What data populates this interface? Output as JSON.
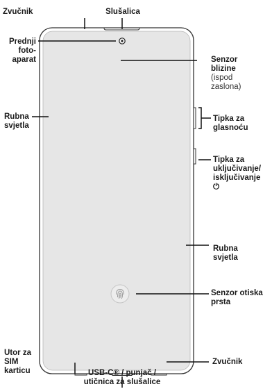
{
  "labels": {
    "speaker_top": [
      "Zvučnik"
    ],
    "earpiece": [
      "Slušalica"
    ],
    "front_camera": [
      "Prednji",
      "foto-",
      "aparat"
    ],
    "proximity_sensor": [
      "Senzor",
      "blizine"
    ],
    "proximity_note": [
      "(ispod",
      "zaslona)"
    ],
    "edge_light_left": [
      "Rubna",
      "svjetla"
    ],
    "volume_key": [
      "Tipka za",
      "glasnoću"
    ],
    "power_key": [
      "Tipka za",
      "uključivanje/",
      "isključivanje"
    ],
    "power_symbol": "⏻",
    "edge_light_right": [
      "Rubna",
      "svjetla"
    ],
    "fingerprint_sensor": [
      "Senzor otiska",
      "prsta"
    ],
    "sim_slot": [
      "Utor za",
      "SIM",
      "karticu"
    ],
    "usb_port": [
      "USB-C® / punjač /",
      "utičnica za slušalice"
    ],
    "speaker_bottom": [
      "Zvučnik"
    ]
  },
  "colors": {
    "screen": "#e6e6e6",
    "bezel": "#ffffff",
    "outline": "#333333",
    "leader": "#111111"
  }
}
